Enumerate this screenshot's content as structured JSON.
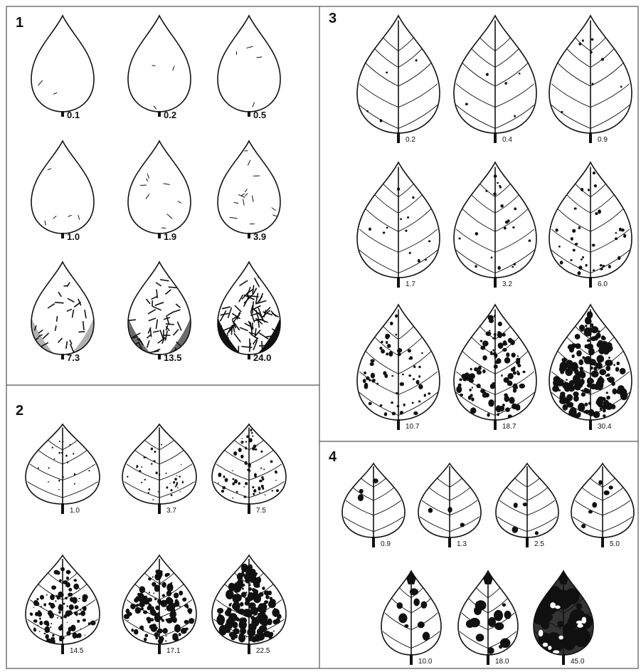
{
  "figure": {
    "panels": [
      {
        "label": "1",
        "style": "heart-streaks",
        "values": [
          "0.1",
          "0.2",
          "0.5",
          "1.0",
          "1.9",
          "3.9",
          "7.3",
          "13.5",
          "24.0"
        ]
      },
      {
        "label": "2",
        "style": "veined-dots",
        "values": [
          "1.0",
          "3.7",
          "7.5",
          "14.5",
          "17.1",
          "22.5"
        ]
      },
      {
        "label": "3",
        "style": "veined-spots",
        "values": [
          "0.2",
          "0.4",
          "0.9",
          "1.7",
          "3.2",
          "6.0",
          "10.7",
          "18.7",
          "30.4"
        ]
      },
      {
        "label": "4",
        "style": "veined-blotches",
        "values": [
          "0.9",
          "1.3",
          "2.5",
          "5.0",
          "10.0",
          "18.0",
          "45.0"
        ]
      }
    ]
  },
  "colors": {
    "ink": "#111111",
    "border": "#555555",
    "background": "#ffffff"
  }
}
